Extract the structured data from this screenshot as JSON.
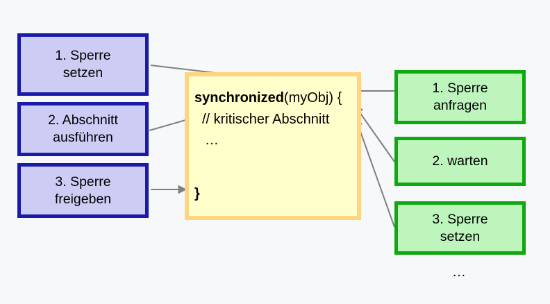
{
  "diagram": {
    "title_semantic": "java-synchronized-block-lock-lifecycle",
    "background_color": "#f7f8fa",
    "arrow_color": "#7f7f7f"
  },
  "left_boxes": [
    {
      "name": "step-lock-acquire",
      "lines": [
        "1. Sperre",
        "setzen"
      ],
      "fill": "#ccccf5",
      "border": "#1a1aa8"
    },
    {
      "name": "step-execute-section",
      "lines": [
        "2. Abschnitt",
        "ausführen"
      ],
      "fill": "#ccccf5",
      "border": "#1a1aa8"
    },
    {
      "name": "step-lock-release",
      "lines": [
        "3. Sperre",
        "freigeben"
      ],
      "fill": "#ccccf5",
      "border": "#1a1aa8"
    }
  ],
  "code_block": {
    "name": "synchronized-code-block",
    "fill": "#ffffcc",
    "border": "#ffd480",
    "line1_keyword": "synchronized",
    "line1_rest": "(myObj) {",
    "line2": "// kritischer Abschnitt",
    "line3": "…",
    "line4": "}"
  },
  "right_boxes": [
    {
      "name": "step-lock-request",
      "lines": [
        "1. Sperre",
        "anfragen"
      ],
      "fill": "#bdf5bd",
      "border": "#0fa80f"
    },
    {
      "name": "step-wait",
      "lines": [
        "2. warten"
      ],
      "fill": "#bdf5bd",
      "border": "#0fa80f"
    },
    {
      "name": "step-lock-set",
      "lines": [
        "3. Sperre",
        "setzen"
      ],
      "fill": "#bdf5bd",
      "border": "#0fa80f"
    }
  ],
  "right_ellipsis": "…"
}
